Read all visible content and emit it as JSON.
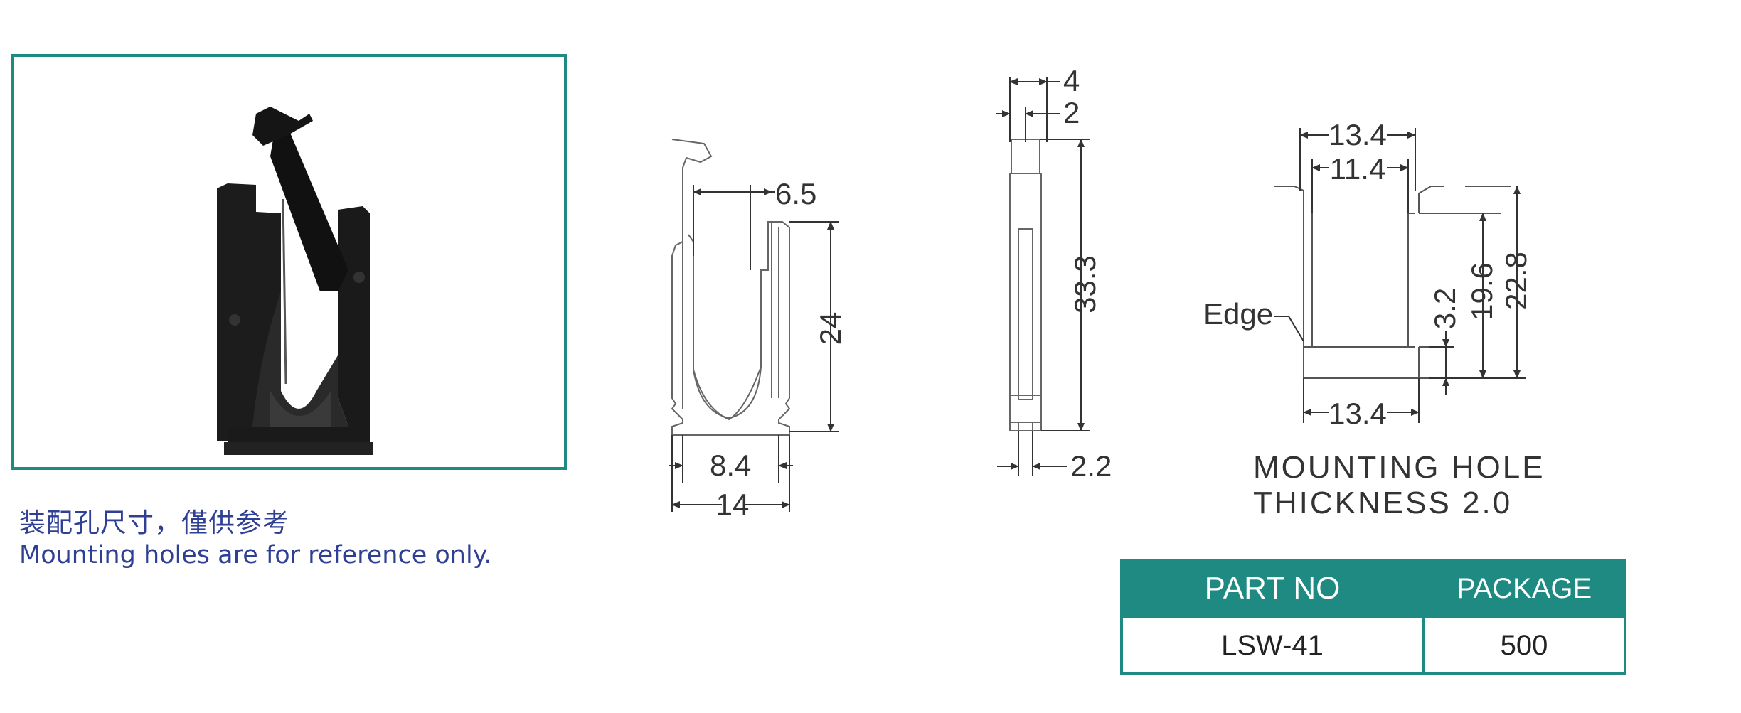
{
  "note": {
    "cn": "装配孔尺寸，僅供参考",
    "en": "Mounting holes are for reference only."
  },
  "front_view": {
    "dim_gap": "6.5",
    "dim_height": "24",
    "dim_bottom_inner": "8.4",
    "dim_bottom_width": "14"
  },
  "side_view": {
    "dim_top": "4",
    "dim_tab": "2",
    "dim_height": "33.3",
    "dim_base": "2.2"
  },
  "mounting_hole": {
    "dim_top_outer": "13.4",
    "dim_top_inner": "11.4",
    "dim_bottom": "13.4",
    "dim_small": "3.2",
    "dim_mid": "19.6",
    "dim_total": "22.8",
    "edge_label": "Edge",
    "caption_line1": "MOUNTING HOLE",
    "caption_line2": "THICKNESS 2.0"
  },
  "table": {
    "header_part": "PART NO",
    "header_package": "PACKAGE",
    "part_no": "LSW-41",
    "package": "500"
  },
  "colors": {
    "frame": "#1e8a82",
    "note_text": "#2e3f94",
    "table_header_bg": "#1e8a82",
    "table_header_text": "#ffffff"
  }
}
